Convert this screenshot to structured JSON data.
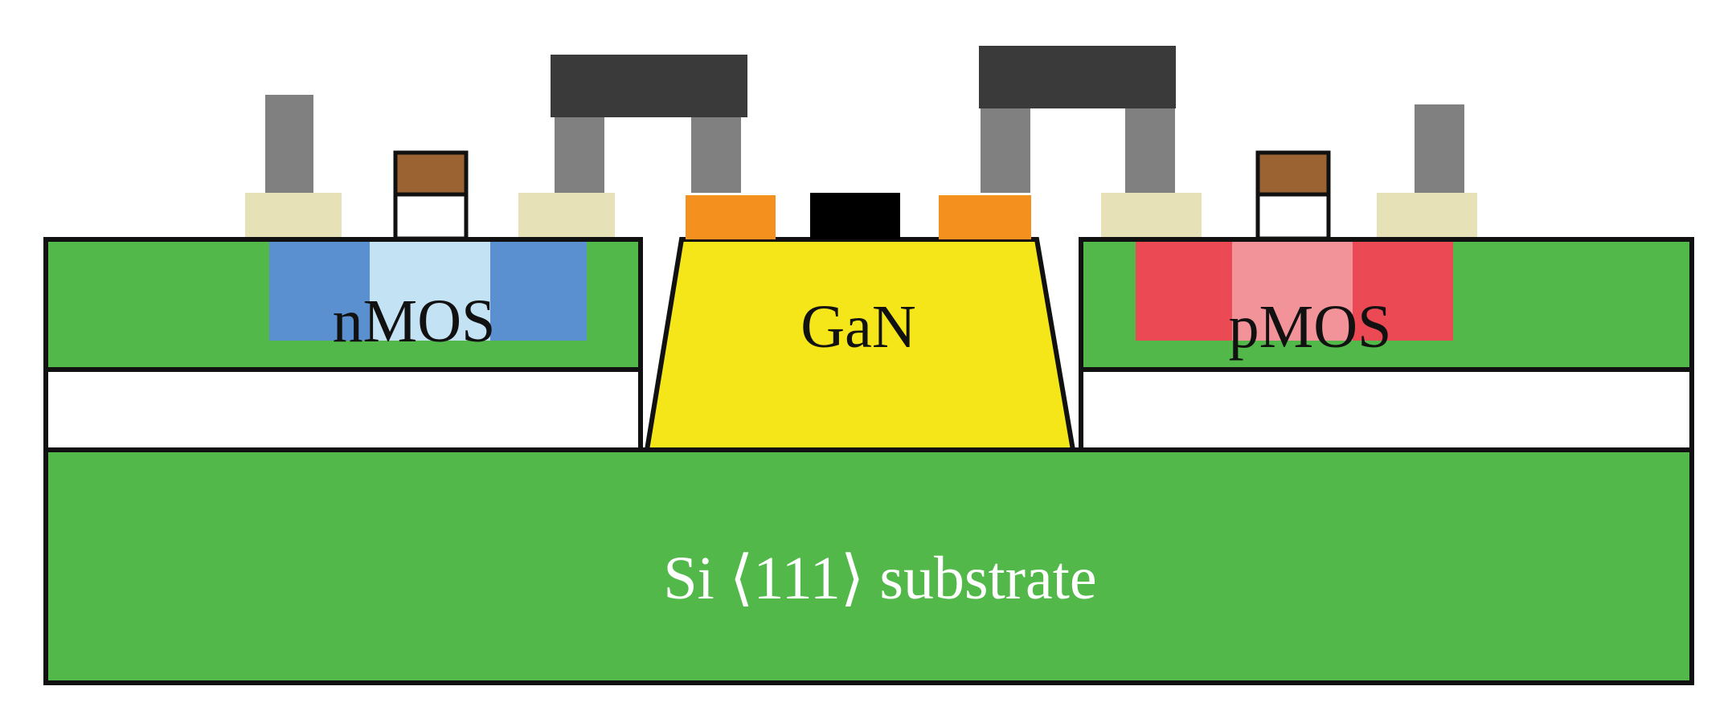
{
  "labels": {
    "nmos": "nMOS",
    "gan": "GaN",
    "pmos": "pMOS",
    "substrate": "Si ⟨111⟩ substrate"
  },
  "colors": {
    "silicon": "#52b84a",
    "oxide": "#ffffff",
    "gan": "#f4e619",
    "nmos_well": "#5a8fd0",
    "nmos_channel": "#c3e2f4",
    "pmos_well": "#eb4a55",
    "pmos_channel": "#f19399",
    "contact_pad": "#e7e1b8",
    "via": "#808080",
    "interconnect": "#3a3a3a",
    "gate": "#9c6332",
    "gan_contact": "#f4901e",
    "gan_gate": "#000000",
    "outline": "#111111",
    "substrate_text": "#ffffff",
    "device_text": "#111111"
  }
}
